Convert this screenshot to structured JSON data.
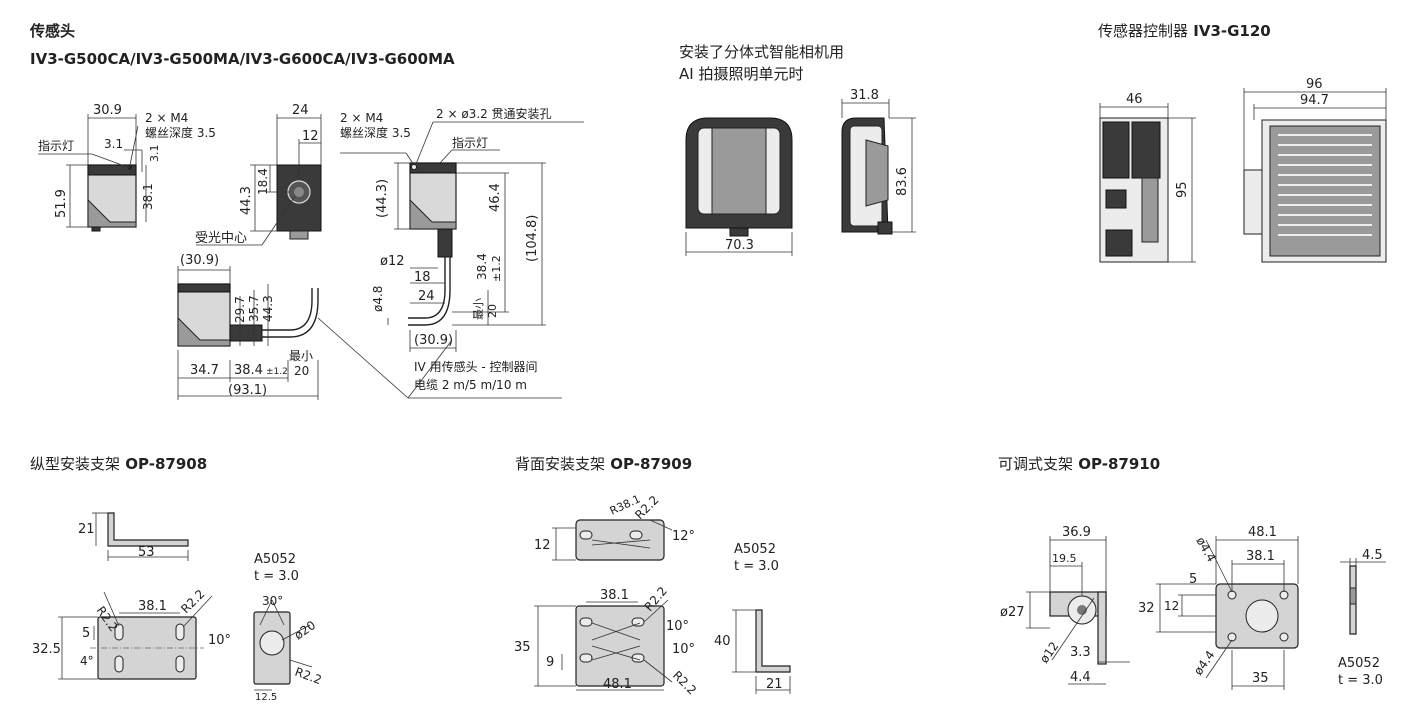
{
  "sensor_head": {
    "title": "传感头",
    "models": "IV3-G500CA/IV3-G500MA/IV3-G600CA/IV3-G600MA",
    "dims": {
      "w30_9": "30.9",
      "w3_1": "3.1",
      "v3_1": "3.1",
      "h51_9": "51.9",
      "h38_1": "38.1",
      "m4_a": "2 × M4",
      "depth_a": "螺丝深度 3.5",
      "indicator_a": "指示灯",
      "w24": "24",
      "w12": "12",
      "h44_3": "44.3",
      "h18_4": "18.4",
      "receive_center": "受光中心",
      "m4_b": "2 × M4",
      "depth_b": "螺丝深度 3.5",
      "hole": "2 × ø3.2 贯通安装孔",
      "indicator_b": "指示灯",
      "h44_3p": "(44.3)",
      "h46_4": "46.4",
      "h104_8": "(104.8)",
      "d12": "ø12",
      "w18": "18",
      "h38_4": "38.4",
      "tol12": "±1.2",
      "d4_8": "ø4.8",
      "w24b": "24",
      "min20_v": "最小",
      "min20_v_val": "20",
      "w30_9p_b": "(30.9)",
      "w30_9p": "(30.9)",
      "h29_7": "29.7",
      "h35_7": "35.7",
      "h44_3c": "44.3",
      "w34_7": "34.7",
      "w38_4": "38.4",
      "tol12b": "±1.2",
      "min_h": "最小",
      "min_h_val": "20",
      "w93_1": "(93.1)"
    },
    "cable_note_1": "IV 用传感头 - 控制器间",
    "cable_note_2": "电缆 2 m/5 m/10 m"
  },
  "ai_unit": {
    "title_1": "安装了分体式智能相机用",
    "title_2": "AI 拍摄照明单元时",
    "w70_3": "70.3",
    "w31_8": "31.8",
    "h83_6": "83.6"
  },
  "controller": {
    "title": "传感器控制器",
    "model": "IV3-G120",
    "w46": "46",
    "w96": "96",
    "w94_7": "94.7",
    "h95": "95"
  },
  "bracket_vertical": {
    "title": "纵型安装支架",
    "model": "OP-87908",
    "h21": "21",
    "w53": "53",
    "r2_2a": "R2.2",
    "w38_1": "38.1",
    "r2_2b": "R2.2",
    "h5": "5",
    "a10": "10°",
    "h32_5": "32.5",
    "a4": "4°",
    "material": "A5052",
    "thickness": "t = 3.0",
    "a30": "30°",
    "d20": "ø20",
    "r2_2c": "R2.2",
    "w12_5": "12.5"
  },
  "bracket_back": {
    "title": "背面安装支架",
    "model": "OP-87909",
    "r38_1": "R38.1",
    "r2_2a": "R2.2",
    "h12": "12",
    "a12": "12°",
    "material": "A5052",
    "thickness": "t = 3.0",
    "w38_1": "38.1",
    "r2_2b": "R2.2",
    "a10a": "10°",
    "h35": "35",
    "h9": "9",
    "a10b": "10°",
    "w48_1": "48.1",
    "r2_2c": "R2.2",
    "h40": "40",
    "w21": "21"
  },
  "bracket_adjust": {
    "title": "可调式支架",
    "model": "OP-87910",
    "w36_9": "36.9",
    "w19_5": "19.5",
    "d27": "ø27",
    "d12": "ø12",
    "h3_3": "3.3",
    "w4_4": "4.4",
    "w48_1": "48.1",
    "w38_1": "38.1",
    "d4_4a": "ø4.4",
    "h5": "5",
    "h32": "32",
    "h12": "12",
    "d4_4b": "ø4.4",
    "w35": "35",
    "w4_5": "4.5",
    "material": "A5052",
    "thickness": "t = 3.0"
  }
}
